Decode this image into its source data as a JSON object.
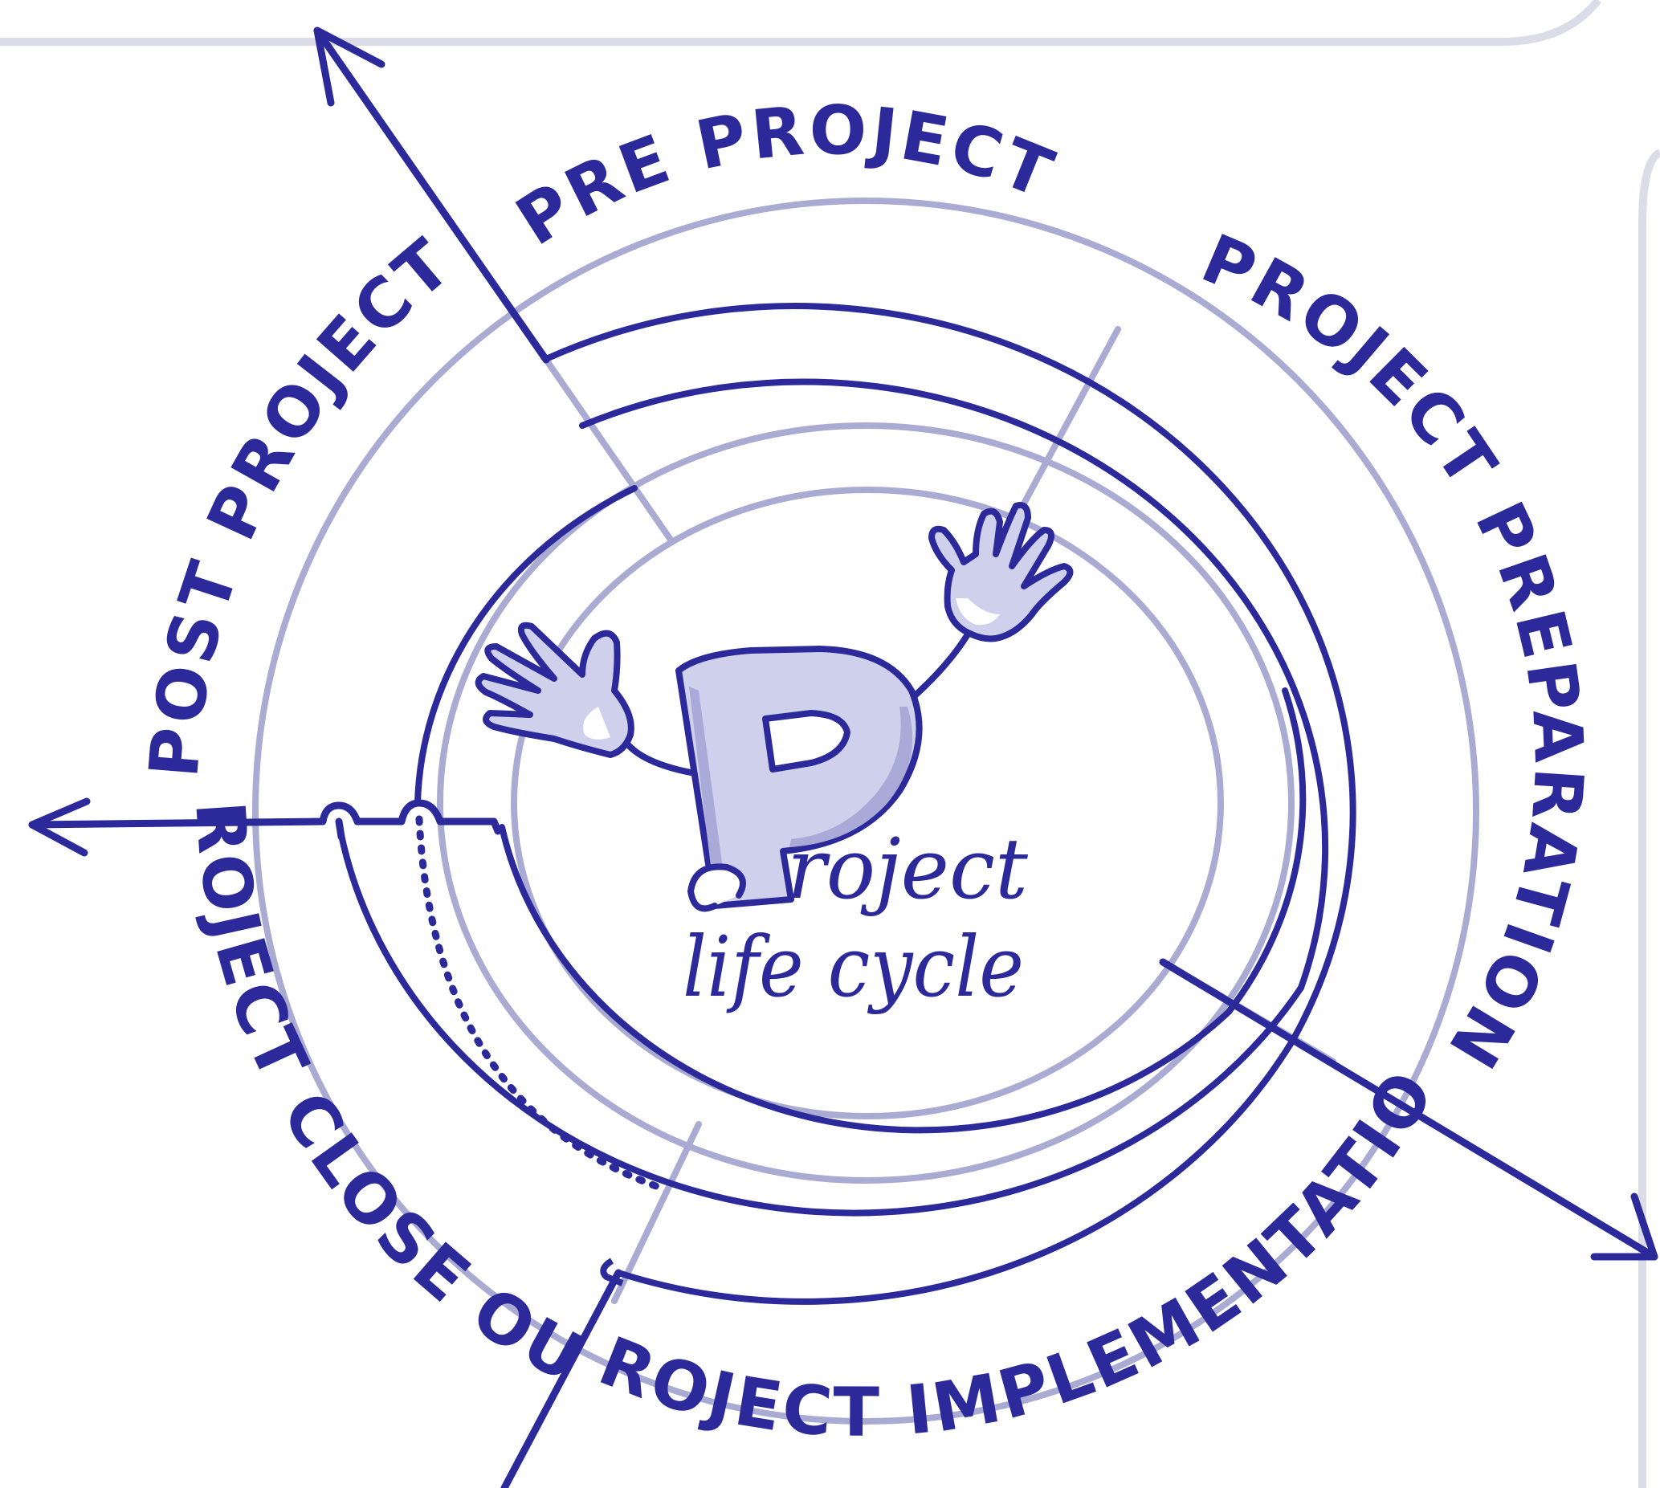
{
  "diagram": {
    "phases": [
      {
        "key": "pre",
        "label": "PRE PROJECT"
      },
      {
        "key": "prep",
        "label": "PROJECT PREPARATION"
      },
      {
        "key": "impl",
        "label": "PROJECT IMPLEMENTATION"
      },
      {
        "key": "close",
        "label": "PROJECT CLOSE OUT"
      },
      {
        "key": "post",
        "label": "POST PROJECT"
      }
    ],
    "center": {
      "mascot_letter": "P",
      "title_line1": "roject",
      "title_line2": "life cycle"
    },
    "colors": {
      "ink": "#2c2a9a",
      "light_ring": "#a9abd2",
      "mascot_fill": "#cfd0ec",
      "mascot_shadow": "#a9aad8"
    }
  }
}
